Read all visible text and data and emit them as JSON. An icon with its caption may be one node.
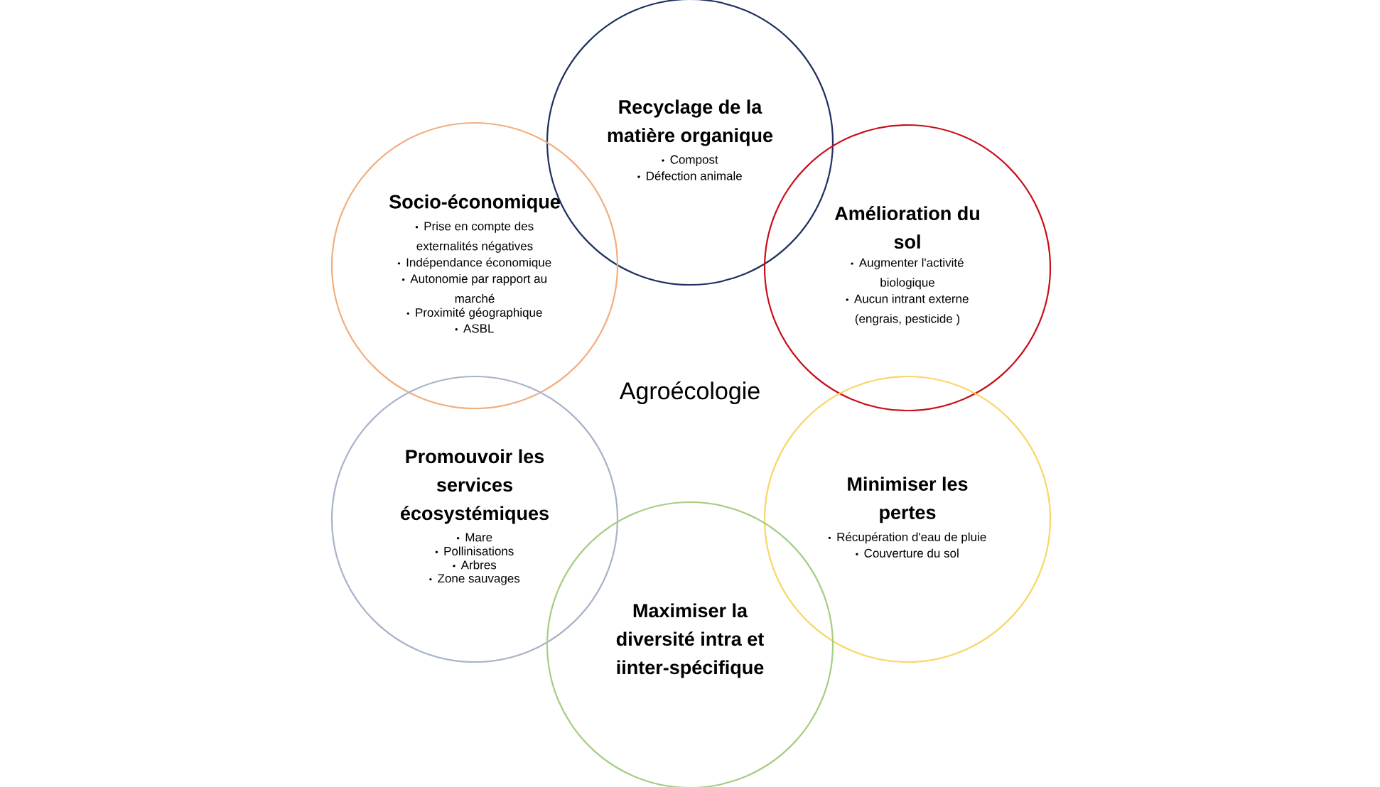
{
  "diagram": {
    "nodes": [
      {
        "text": [
          "Recyclage de la matière organique",
          "Compost",
          "Défection animale"
        ]
      },
      {
        "text": [
          "Socio-économique",
          "Prise en compte des externalités négatives",
          "Indépendance économique",
          "Autonomie par rapport au marché",
          "Proximité géographique",
          "ASBL"
        ]
      },
      {
        "text": [
          "Amélioration du sol",
          "Augmenter l'activité biologique",
          "Aucun intrant externe (engrais, pesticide )"
        ]
      },
      {
        "text": [
          "Promouvoir les services écosystémiques",
          "Mare",
          "Pollinisations",
          "Arbres",
          "Zone sauvages"
        ]
      },
      {
        "text": [
          "Minimiser les pertes",
          "Récupération d'eau de pluie",
          "Couverture du sol"
        ]
      },
      {
        "text": [
          "Maximiser la diversité intra et iinter-spécifique"
        ]
      }
    ],
    "edges": [],
    "labels": [
      "Agroécologie"
    ]
  }
}
